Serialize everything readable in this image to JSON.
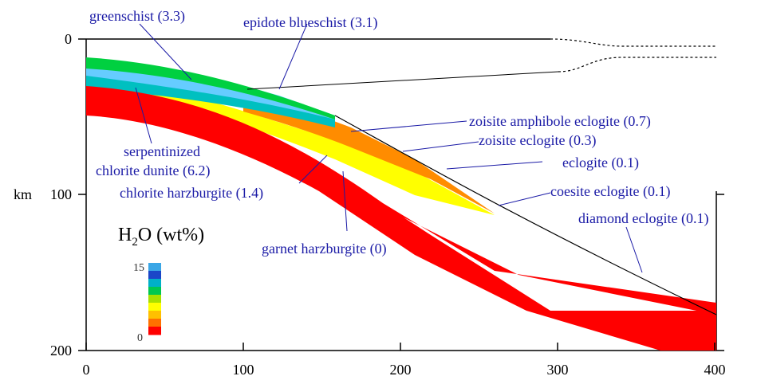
{
  "axes": {
    "x_ticks": [
      "0",
      "100",
      "200",
      "300",
      "400"
    ],
    "y_ticks": [
      "0",
      "100",
      "200"
    ],
    "y_unit": "km"
  },
  "legend": {
    "title_main": "H",
    "title_sub": "2",
    "title_rest": "O (wt%)",
    "max_label": "15",
    "min_label": "0",
    "colors": [
      "#3aa6e6",
      "#1b46c8",
      "#00b0c8",
      "#00c850",
      "#a8e000",
      "#ffff00",
      "#ffc000",
      "#ff7000",
      "#ff0000"
    ]
  },
  "layers": {
    "greenschist": "#00d040",
    "epidote_blueschist": "#66ccff",
    "chlorite_dunite": "#00c0c0",
    "chlorite_harzburgite": "#c8e600",
    "eclogite_zone": "#ffff00",
    "zoisite_zone": "#ff8c00",
    "garnet_harzburgite": "#ff0000"
  },
  "labels": {
    "greenschist": "greenschist (3.3)",
    "epidote_blueschist": "epidote blueschist (3.1)",
    "zoisite_amphibole_eclogite": "zoisite amphibole eclogite (0.7)",
    "zoisite_eclogite": "zoisite eclogite (0.3)",
    "eclogite": "eclogite (0.1)",
    "coesite_eclogite": "coesite eclogite (0.1)",
    "diamond_eclogite": "diamond eclogite (0.1)",
    "serpentinized_1": "serpentinized",
    "serpentinized_2": "chlorite dunite (6.2)",
    "chlorite_harzburgite": "chlorite harzburgite (1.4)",
    "garnet_harzburgite": "garnet harzburgite (0)"
  }
}
